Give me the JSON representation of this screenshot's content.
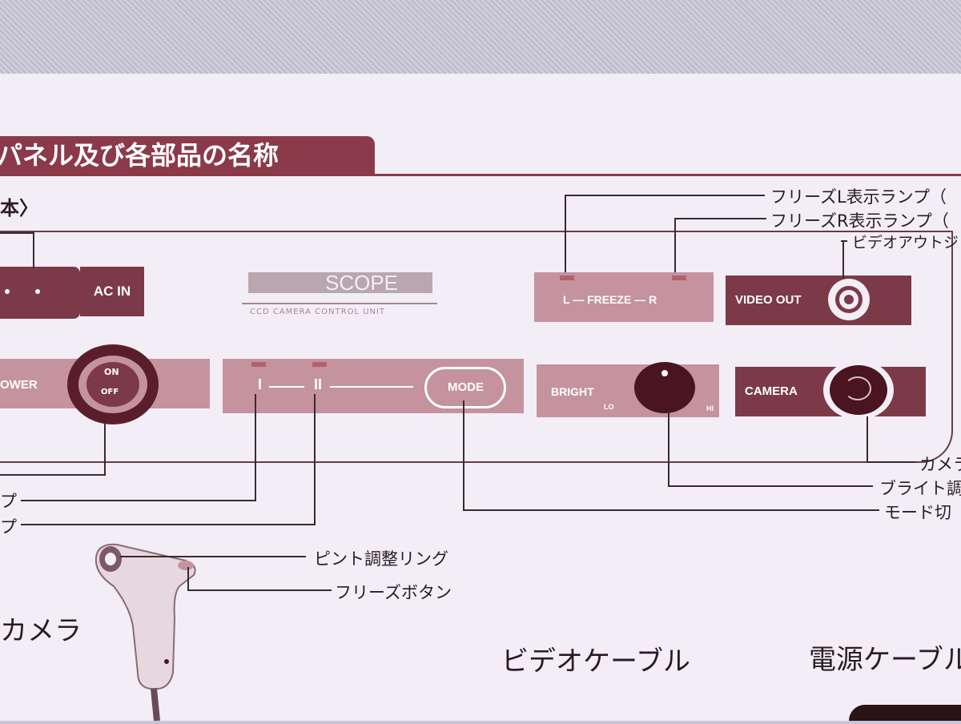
{
  "heading": "パネル及び各部品の名称",
  "subheading": "本〉",
  "panel": {
    "logo_text": "SCOPE",
    "logo_sub": "CCD CAMERA CONTROL UNIT",
    "ac_in": "AC IN",
    "power": "POWER",
    "on": "ON",
    "off": "OFF",
    "channel_1": "I",
    "channel_2": "II",
    "mode": "MODE",
    "freeze": "L — FREEZE — R",
    "video_out": "VIDEO OUT",
    "bright": "BRIGHT",
    "lo": "LO",
    "hi": "HI",
    "camera": "CAMERA"
  },
  "callouts": {
    "freeze_l": "フリーズL表示ランプ（",
    "freeze_r": "フリーズR表示ランプ（",
    "video_out_jack": "ビデオアウトジ",
    "camera": "カメラ",
    "bright": "ブライト調",
    "mode": "モード切",
    "lamp_1": "プ",
    "lamp_2": "プ",
    "focus_ring": "ピント調整リング",
    "freeze_button": "フリーズボタン"
  },
  "items": {
    "camera": "カメラ",
    "video_cable": "ビデオケーブル",
    "power_cable": "電源ケーブル"
  }
}
